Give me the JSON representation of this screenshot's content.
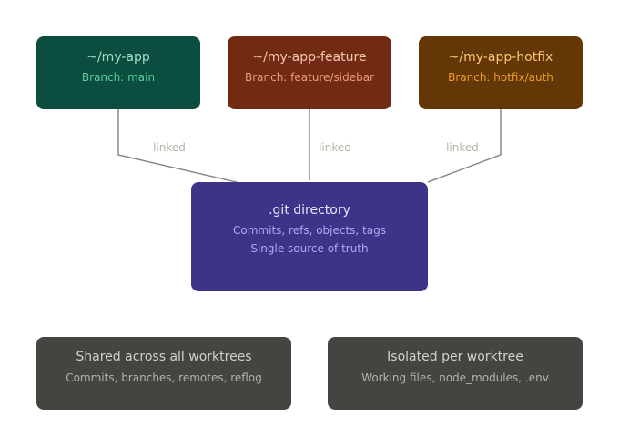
{
  "worktrees": [
    {
      "path": "~/my-app",
      "branch": "Branch: main",
      "bg": "#0b4d3f",
      "title_color": "#9fe1cb",
      "sub_color": "#5dcaa5"
    },
    {
      "path": "~/my-app-feature",
      "branch": "Branch: feature/sidebar",
      "bg": "#712b13",
      "title_color": "#f5c4b3",
      "sub_color": "#f0997b"
    },
    {
      "path": "~/my-app-hotfix",
      "branch": "Branch: hotfix/auth",
      "bg": "#633806",
      "title_color": "#fac775",
      "sub_color": "#ef9f27"
    }
  ],
  "git_dir": {
    "title": ".git directory",
    "line1": "Commits, refs, objects, tags",
    "line2": "Single source of truth",
    "bg": "#3c3489",
    "title_color": "#e6e3fb",
    "sub_color": "#afa9ec"
  },
  "links": [
    {
      "label": "linked"
    },
    {
      "label": "linked"
    },
    {
      "label": "linked"
    }
  ],
  "link_color": "#8a8a85",
  "link_label_color": "#b4b2a9",
  "shared": {
    "title": "Shared across all worktrees",
    "subtitle": "Commits, branches, remotes, reflog",
    "bg": "#444441",
    "title_color": "#d3d1c7",
    "sub_color": "#b4b2a9"
  },
  "isolated": {
    "title": "Isolated per worktree",
    "subtitle": "Working files, node_modules, .env",
    "bg": "#444441",
    "title_color": "#d3d1c7",
    "sub_color": "#b4b2a9"
  }
}
